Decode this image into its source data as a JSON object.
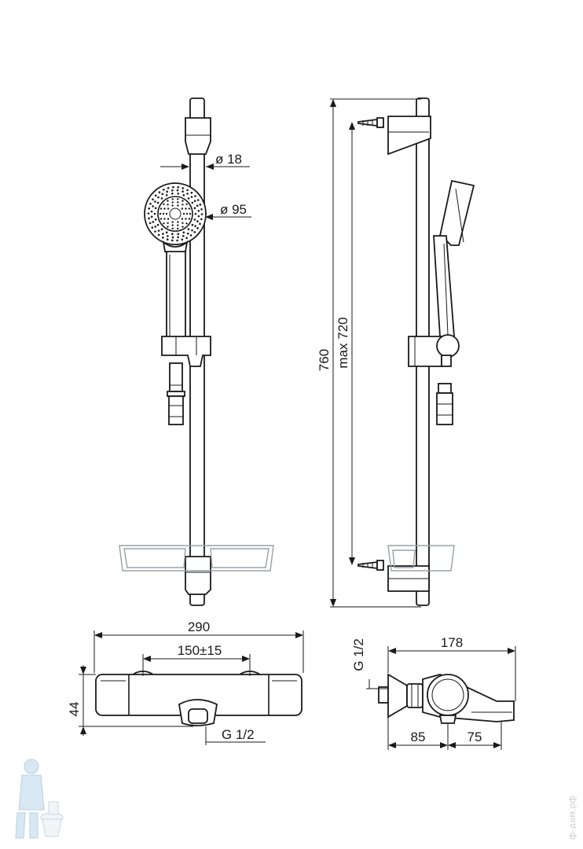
{
  "dimensions": {
    "hose_diameter": "ø 18",
    "head_diameter": "ø 95",
    "total_height": "760",
    "max_height": "max 720",
    "mixer_width": "290",
    "mixer_centers": "150±15",
    "mixer_height": "44",
    "outlet_thread_front": "G 1/2",
    "inlet_thread_side": "G 1/2",
    "side_depth": "178",
    "side_depth_left": "85",
    "side_depth_right": "75"
  },
  "watermark": {
    "text": "ф-дом.рф"
  }
}
